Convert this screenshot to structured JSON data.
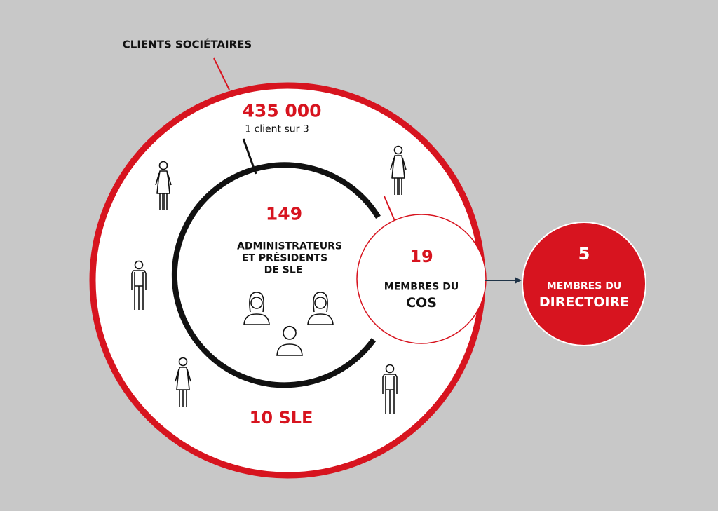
{
  "colors": {
    "background": "#c8c8c8",
    "accent_red": "#d7141f",
    "ring_black": "#111111",
    "white": "#ffffff",
    "arrow": "#1f3347"
  },
  "outer_group": {
    "label": "CLIENTS SOCIÉTAIRES",
    "count": "435 000",
    "ratio_text": "1 client sur 3",
    "sle_count": "10 SLE"
  },
  "inner_group": {
    "count": "149",
    "label_line1": "ADMINISTRATEURS",
    "label_line2": "ET PRÉSIDENTS",
    "label_line3": "DE SLE"
  },
  "cos_group": {
    "count": "19",
    "label_line1": "MEMBRES DU",
    "label_line2": "COS"
  },
  "directoire_group": {
    "count": "5",
    "label_line1": "MEMBRES DU",
    "label_line2": "DIRECTOIRE"
  },
  "icons": {
    "woman": "person-woman-icon",
    "man": "person-man-icon",
    "woman_bust": "woman-bust-icon",
    "man_bust": "man-bust-icon",
    "arrow": "arrow-right-icon"
  }
}
